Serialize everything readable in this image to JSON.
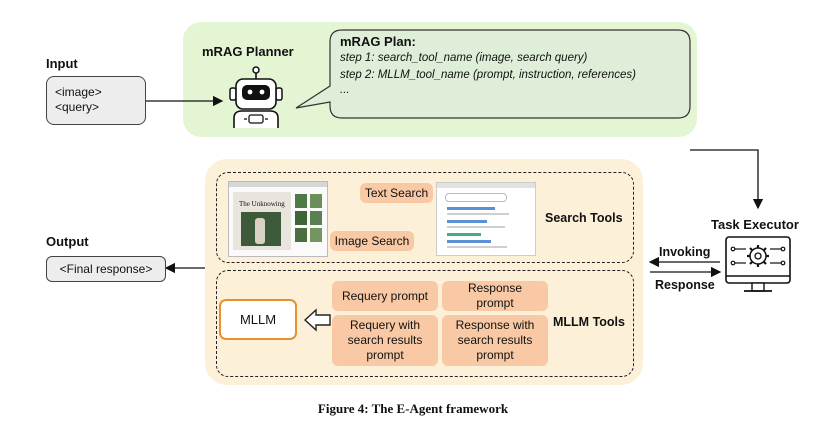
{
  "input": {
    "label": "Input",
    "lines": [
      "<image>",
      "<query>"
    ]
  },
  "output": {
    "label": "Output",
    "value": "<Final response>"
  },
  "planner": {
    "label": "mRAG Planner"
  },
  "plan": {
    "title": "mRAG Plan:",
    "steps": [
      "step 1: search_tool_name (image, search query)",
      "step 2: MLLM_tool_name (prompt, instruction, references)",
      "..."
    ]
  },
  "search_tools": {
    "label": "Search Tools",
    "text_search": "Text Search",
    "image_search": "Image Search",
    "screenshot_title": "The Unknowing"
  },
  "mllm_tools": {
    "label": "MLLM Tools",
    "mllm": "MLLM",
    "prompts": [
      "Requery prompt",
      "Response prompt",
      "Requery with search results prompt",
      "Response with search results prompt"
    ]
  },
  "executor": {
    "label": "Task Executor",
    "invoking": "Invoking",
    "response": "Response"
  },
  "caption": "Figure 4: The E-Agent framework",
  "colors": {
    "planner_bg": "#e4f5d4",
    "tools_bg": "#fcf0d8",
    "prompt_fill": "#f8c9a4",
    "mllm_border": "#e8922e"
  }
}
